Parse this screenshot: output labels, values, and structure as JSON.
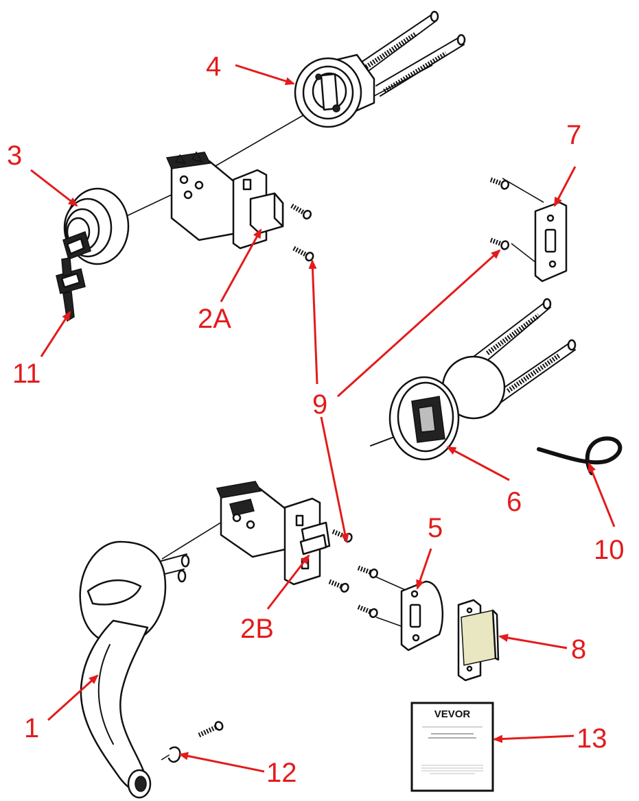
{
  "callouts": {
    "c1": "1",
    "c2a": "2A",
    "c2b": "2B",
    "c3": "3",
    "c4": "4",
    "c5": "5",
    "c6": "6",
    "c7": "7",
    "c8": "8",
    "c9": "9",
    "c10": "10",
    "c11": "11",
    "c12": "12",
    "c13": "13"
  },
  "manual": {
    "brand": "VEVOR"
  },
  "colors": {
    "callout": "#e31b1b",
    "line_art": "#111111",
    "background": "#ffffff"
  }
}
